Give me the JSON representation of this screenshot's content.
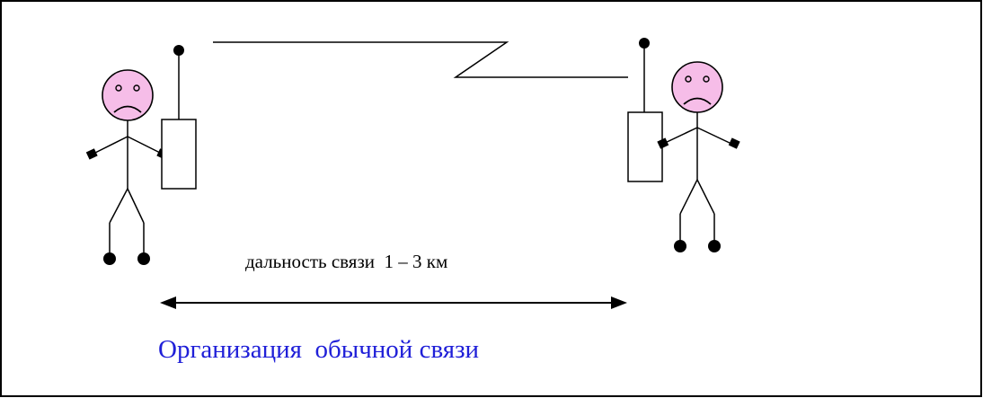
{
  "diagram": {
    "range_label": "дальность связи  1 – 3 км",
    "caption": "Организация  обычной связи"
  },
  "colors": {
    "face_fill": "#f6bde8",
    "caption_text": "#1f1fd8",
    "line": "#000000",
    "background": "#ffffff"
  },
  "icons": {
    "left_person": "sad-stick-figure",
    "right_person": "sad-stick-figure",
    "left_radio": "walkie-talkie",
    "right_radio": "walkie-talkie",
    "link": "lightning-zigzag",
    "range": "double-arrow"
  }
}
